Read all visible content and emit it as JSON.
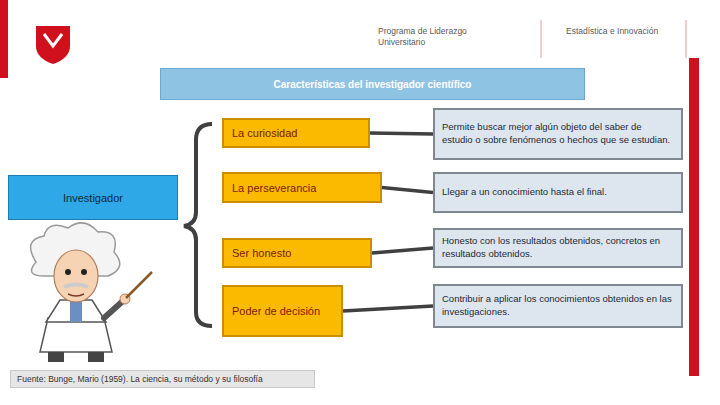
{
  "diagram": {
    "caption": "Fuente: Bunge, Mario (1959). La ciencia, su método y su filosofía",
    "nodes": [
      {
        "text": [
          "Características del investigador científico"
        ]
      },
      {
        "text": [
          "Investigador"
        ]
      },
      {
        "text": [
          "La curiosidad"
        ]
      },
      {
        "text": [
          "Permite buscar mejor algún objeto del saber de estudio o sobre fenómenos o hechos que se estudian."
        ]
      },
      {
        "text": [
          "La perseverancia"
        ]
      },
      {
        "text": [
          "Llegar a un conocimiento hasta el final."
        ]
      },
      {
        "text": [
          "Ser honesto"
        ]
      },
      {
        "text": [
          "Honesto con los resultados obtenidos, concretos en resultados obtenidos."
        ]
      },
      {
        "text": [
          "Poder de decisión"
        ]
      },
      {
        "text": [
          "Contribuir a aplicar los conocimientos obtenidos en las investigaciones."
        ]
      }
    ],
    "edges": [
      {
        "from": 2,
        "to": 3,
        "arrow": "none"
      },
      {
        "from": 4,
        "to": 5,
        "arrow": "none"
      },
      {
        "from": 6,
        "to": 7,
        "arrow": "none"
      },
      {
        "from": 8,
        "to": 9,
        "arrow": "none"
      }
    ],
    "labels": [
      "Programa de Liderazgo Universitario",
      "Estadística e Innovación"
    ]
  }
}
